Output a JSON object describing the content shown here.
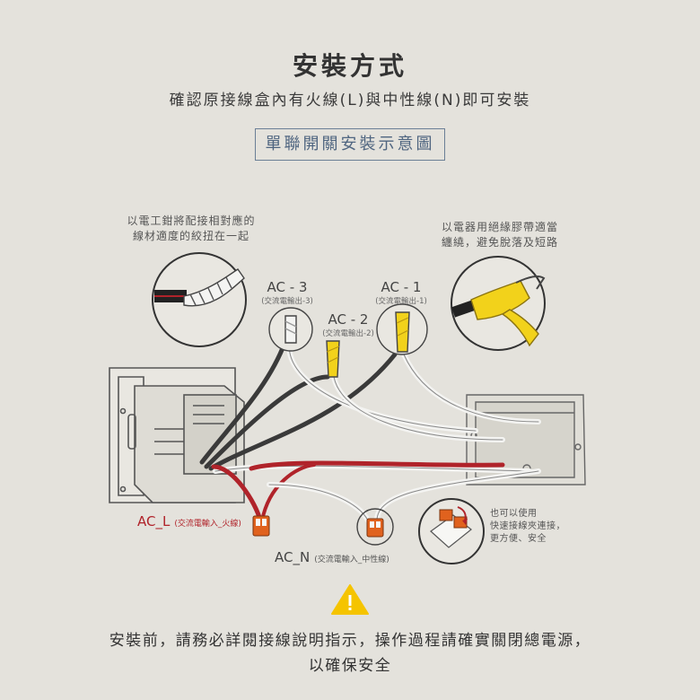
{
  "header": {
    "title": "安裝方式",
    "subtitle": "確認原接線盒內有火線(L)與中性線(N)即可安裝",
    "diagram_label": "單聯開關安裝示意圖"
  },
  "notes": {
    "twist_line1": "以電工鉗將配接相對應的",
    "twist_line2": "線材適度的絞扭在一起",
    "tape_line1": "以電器用絕緣膠帶適當",
    "tape_line2": "纏繞，避免脫落及短路",
    "connector_line1": "也可以使用",
    "connector_line2": "快速接線夾連接，",
    "connector_line3": "更方便、安全"
  },
  "terminals": {
    "ac3": {
      "label": "AC - 3",
      "sub": "(交流電輸出-3)"
    },
    "ac2": {
      "label": "AC - 2",
      "sub": "(交流電輸出-2)"
    },
    "ac1": {
      "label": "AC - 1",
      "sub": "(交流電輸出-1)"
    },
    "acl": {
      "label": "AC_L",
      "sub": "(交流電輸入_火線)"
    },
    "acn": {
      "label": "AC_N",
      "sub": "(交流電輸入_中性線)"
    }
  },
  "warning": {
    "icon": "warning-triangle-icon",
    "line1": "安裝前，請務必詳閱接線說明指示，操作過程請確實關閉總電源，",
    "line2": "以確保安全"
  },
  "colors": {
    "background": "#e4e2dc",
    "live_wire": "#b0232a",
    "tape_yellow": "#f2d21b",
    "connector_orange": "#e0621e",
    "frame_blue": "#6b7f96",
    "warning_yellow": "#f5c400"
  }
}
